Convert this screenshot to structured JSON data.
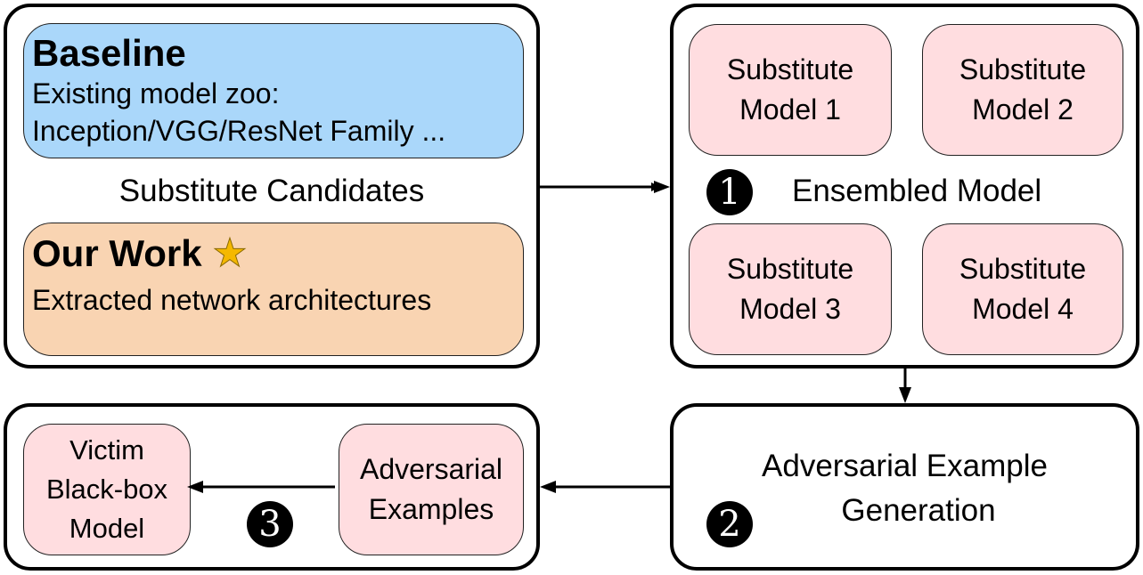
{
  "candidates": {
    "baseline": {
      "title": "Baseline",
      "line1": "Existing model zoo:",
      "line2": "Inception/VGG/ResNet Family ...",
      "color": "#aad7fa"
    },
    "label": "Substitute Candidates",
    "our_work": {
      "title": "Our Work",
      "star": "★",
      "line1": "Extracted network architectures",
      "color": "#f9d4b2",
      "star_color": "#f5b800"
    }
  },
  "ensemble": {
    "models": [
      {
        "line1": "Substitute",
        "line2": "Model 1"
      },
      {
        "line1": "Substitute",
        "line2": "Model 2"
      },
      {
        "line1": "Substitute",
        "line2": "Model 3"
      },
      {
        "line1": "Substitute",
        "line2": "Model 4"
      }
    ],
    "step": "1",
    "label": "Ensembled Model",
    "model_color": "#ffdde0"
  },
  "generation": {
    "step": "2",
    "line1": "Adversarial Example",
    "line2": "Generation"
  },
  "attack": {
    "victim": {
      "line1": "Victim",
      "line2": "Black-box",
      "line3": "Model"
    },
    "examples": {
      "line1": "Adversarial",
      "line2": "Examples"
    },
    "step": "3"
  }
}
